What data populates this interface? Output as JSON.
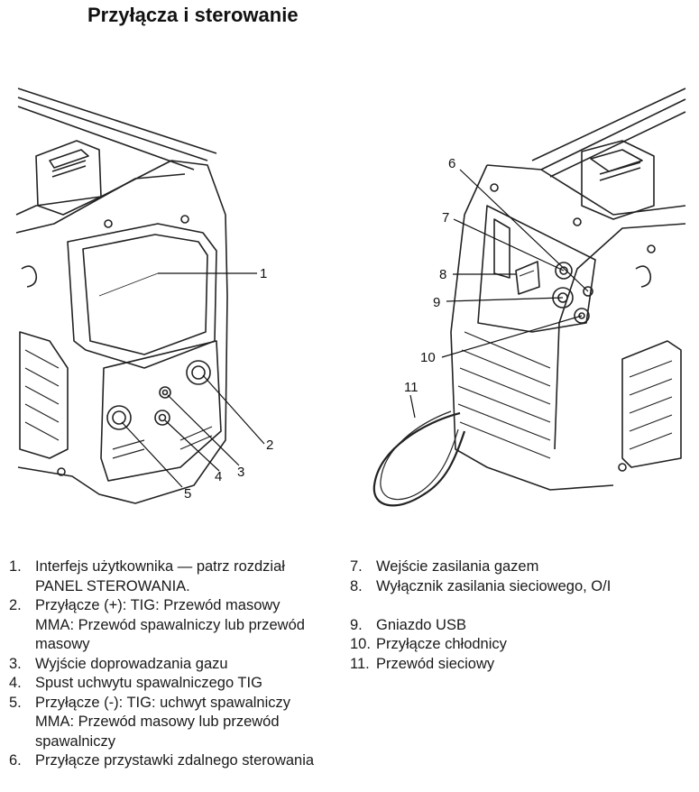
{
  "title": "Przyłącza i sterowanie",
  "callouts": [
    "1",
    "2",
    "3",
    "4",
    "5",
    "6",
    "7",
    "8",
    "9",
    "10",
    "11"
  ],
  "legend_left": [
    {
      "num": "1.",
      "text": "Interfejs użytkownika — patrz rozdział\nPANEL STEROWANIA."
    },
    {
      "num": "2.",
      "text": "Przyłącze (+): TIG: Przewód masowy\nMMA: Przewód spawalniczy lub przewód\nmasowy"
    },
    {
      "num": "3.",
      "text": "Wyjście doprowadzania gazu"
    },
    {
      "num": "4.",
      "text": "Spust uchwytu spawalniczego TIG"
    },
    {
      "num": "5.",
      "text": "Przyłącze (-): TIG: uchwyt spawalniczy\nMMA: Przewód masowy lub przewód\nspawalniczy"
    },
    {
      "num": "6.",
      "text": "Przyłącze przystawki zdalnego sterowania"
    }
  ],
  "legend_right": [
    {
      "num": "7.",
      "text": "Wejście zasilania gazem"
    },
    {
      "num": "8.",
      "text": "Wyłącznik zasilania sieciowego, O/I"
    },
    {
      "num": "",
      "text": " "
    },
    {
      "num": "9.",
      "text": "Gniazdo USB"
    },
    {
      "num": "10.",
      "text": "Przyłącze chłodnicy"
    },
    {
      "num": "11.",
      "text": "Przewód sieciowy"
    }
  ]
}
